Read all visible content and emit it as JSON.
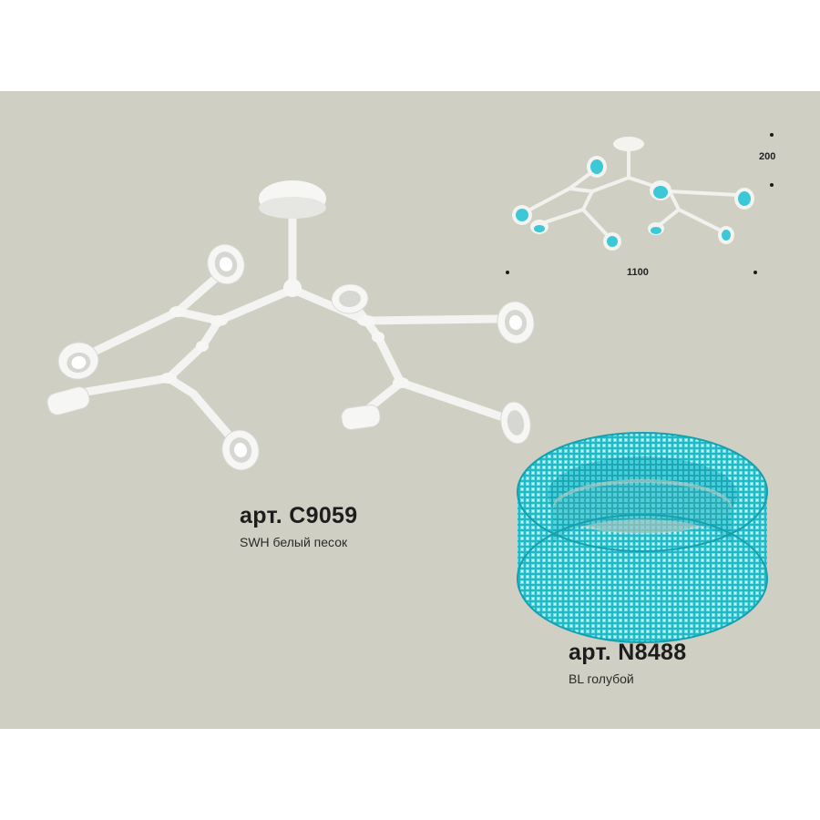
{
  "product_1": {
    "article": "арт. C9059",
    "description": "SWH белый песок"
  },
  "product_2": {
    "article": "арт. N8488",
    "description": "BL голубой"
  },
  "dimensions": {
    "width": "1100",
    "height": "200"
  },
  "colors": {
    "background": "#cfcfc4",
    "fixture_white": "#f4f4f2",
    "crystal_blue": "#2fc4d0"
  }
}
